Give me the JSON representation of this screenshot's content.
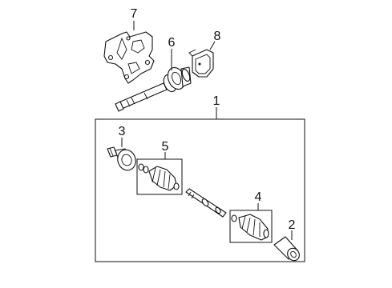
{
  "diagram": {
    "callouts": {
      "assembly": "1",
      "outer_joint_boot": "2",
      "inner_joint": "3",
      "outer_boot_kit": "4",
      "inner_boot_kit": "5",
      "intermediate_shaft": "6",
      "bracket": "7",
      "shield": "8"
    }
  }
}
